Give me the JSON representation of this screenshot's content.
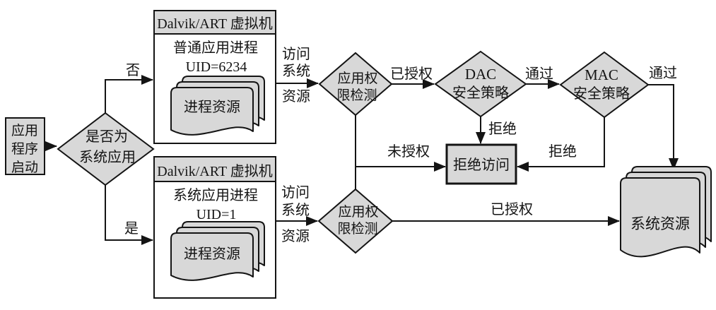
{
  "figure": {
    "background": "#ffffff",
    "shape_fill": "#d8d8d8",
    "line_color": "#141414",
    "box_fill": "#ffffff"
  },
  "nodes": {
    "app_start": {
      "lines": [
        "应用",
        "程序",
        "启动"
      ]
    },
    "is_system_app": {
      "lines": [
        "是否为",
        "系统应用"
      ]
    },
    "vm_normal": {
      "title": "Dalvik/ART 虚拟机",
      "process": "普通应用进程",
      "uid": "UID=6234",
      "resource": "进程资源"
    },
    "vm_system": {
      "title": "Dalvik/ART 虚拟机",
      "process": "系统应用进程",
      "uid": "UID=1",
      "resource": "进程资源"
    },
    "perm_check_top": {
      "lines": [
        "应用权",
        "限检测"
      ]
    },
    "perm_check_bottom": {
      "lines": [
        "应用权",
        "限检测"
      ]
    },
    "dac_policy": {
      "lines": [
        "DAC",
        "安全策略"
      ]
    },
    "mac_policy": {
      "lines": [
        "MAC",
        "安全策略"
      ]
    },
    "deny_access": {
      "label": "拒绝访问"
    },
    "system_resource": {
      "label": "系统资源"
    }
  },
  "edge_labels": {
    "no": "否",
    "yes": "是",
    "access_sys_top": [
      "访问",
      "系统",
      "资源"
    ],
    "access_sys_bottom": [
      "访问",
      "系统",
      "资源"
    ],
    "authorized_top": "已授权",
    "authorized_bottom": "已授权",
    "unauthorized": "未授权",
    "pass_dac_mac": "通过",
    "pass_mac_out": "通过",
    "deny_dac": "拒绝",
    "deny_mac": "拒绝"
  }
}
